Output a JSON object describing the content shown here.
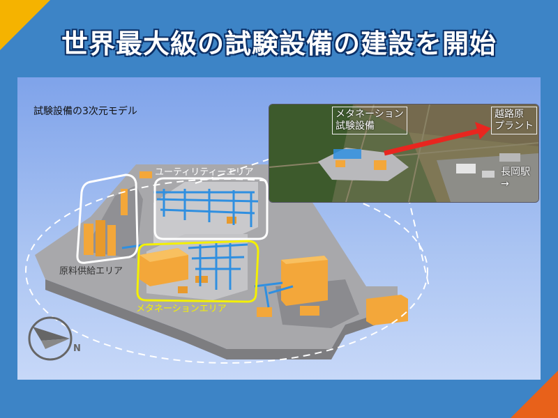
{
  "title": "世界最大級の試験設備の建設を開始",
  "panel": {
    "model_label": "試験設備の3次元モデル",
    "areas": {
      "utility": "ユーティリティーエリア",
      "raw_supply": "原料供給エリア",
      "methanation": "メタネーションエリア"
    },
    "inset": {
      "facility": "メタネーション\n試験設備",
      "plant": "越路原\nプラント",
      "station": "長岡駅→"
    },
    "compass_letter": "N"
  },
  "colors": {
    "background": "#3d84c6",
    "corner_top_left": "#f5b300",
    "corner_bottom_right": "#e8611a",
    "tank_orange": "#f3a73a",
    "pipe_blue": "#2f8fe0",
    "highlight_yellow": "#f4f000",
    "arrow_red": "#e8261f"
  },
  "icons": [
    "compass-icon",
    "red-arrow-icon"
  ]
}
